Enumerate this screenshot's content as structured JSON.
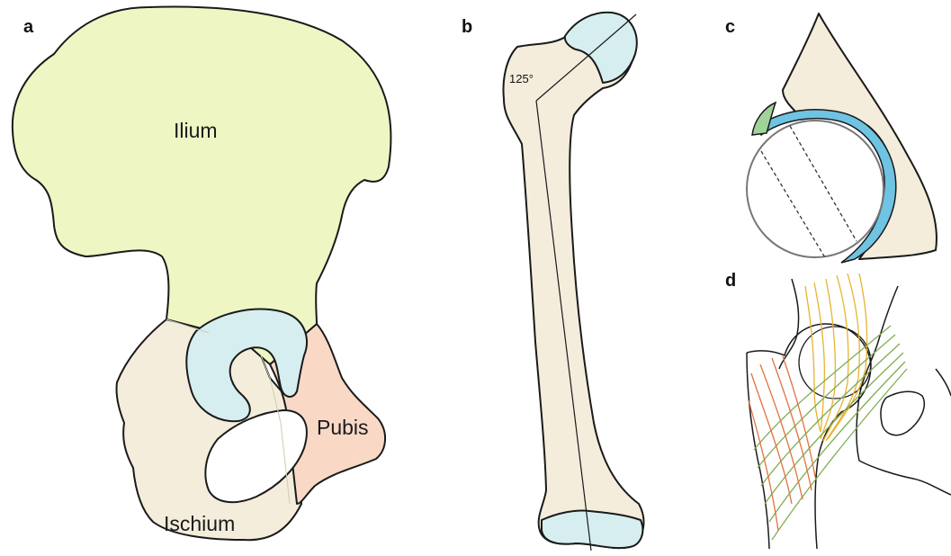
{
  "panels": {
    "a": {
      "letter": "a",
      "regions": {
        "ilium": "Ilium",
        "pubis": "Pubis",
        "ischium": "Ischium"
      }
    },
    "b": {
      "letter": "b",
      "neck_shaft_angle": "125°"
    },
    "c": {
      "letter": "c"
    },
    "d": {
      "letter": "d"
    }
  },
  "colors": {
    "ilium": "#eef7c4",
    "pubis": "#f9d9c6",
    "ischium": "#f4eddc",
    "cartilage": "#d6eef0",
    "bone": "#f4eddc",
    "labrum": "#6fc3e3",
    "compressive_trabeculae": "#e8b230",
    "tensile_trabeculae": "#7fae50",
    "lateral_trabeculae": "#e0733f"
  }
}
